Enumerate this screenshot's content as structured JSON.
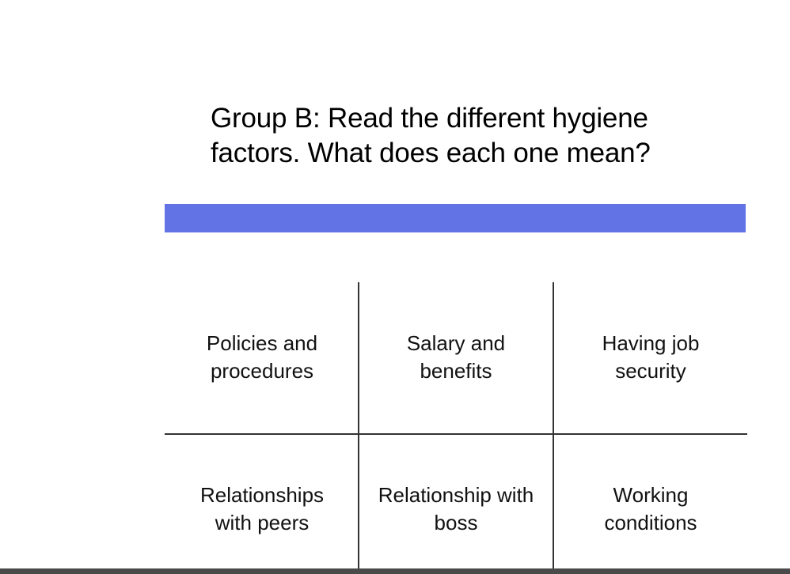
{
  "title": {
    "line1": "Group B: Read the different hygiene",
    "line2": "factors. What does each one mean?"
  },
  "accent_color": "#6273e6",
  "factors": [
    {
      "line1": "Policies and",
      "line2": "procedures"
    },
    {
      "line1": "Salary and",
      "line2": "benefits"
    },
    {
      "line1": "Having job",
      "line2": "security"
    },
    {
      "line1": "Relationships",
      "line2": "with peers"
    },
    {
      "line1": "Relationship with",
      "line2": "boss"
    },
    {
      "line1": "Working",
      "line2": "conditions"
    }
  ]
}
